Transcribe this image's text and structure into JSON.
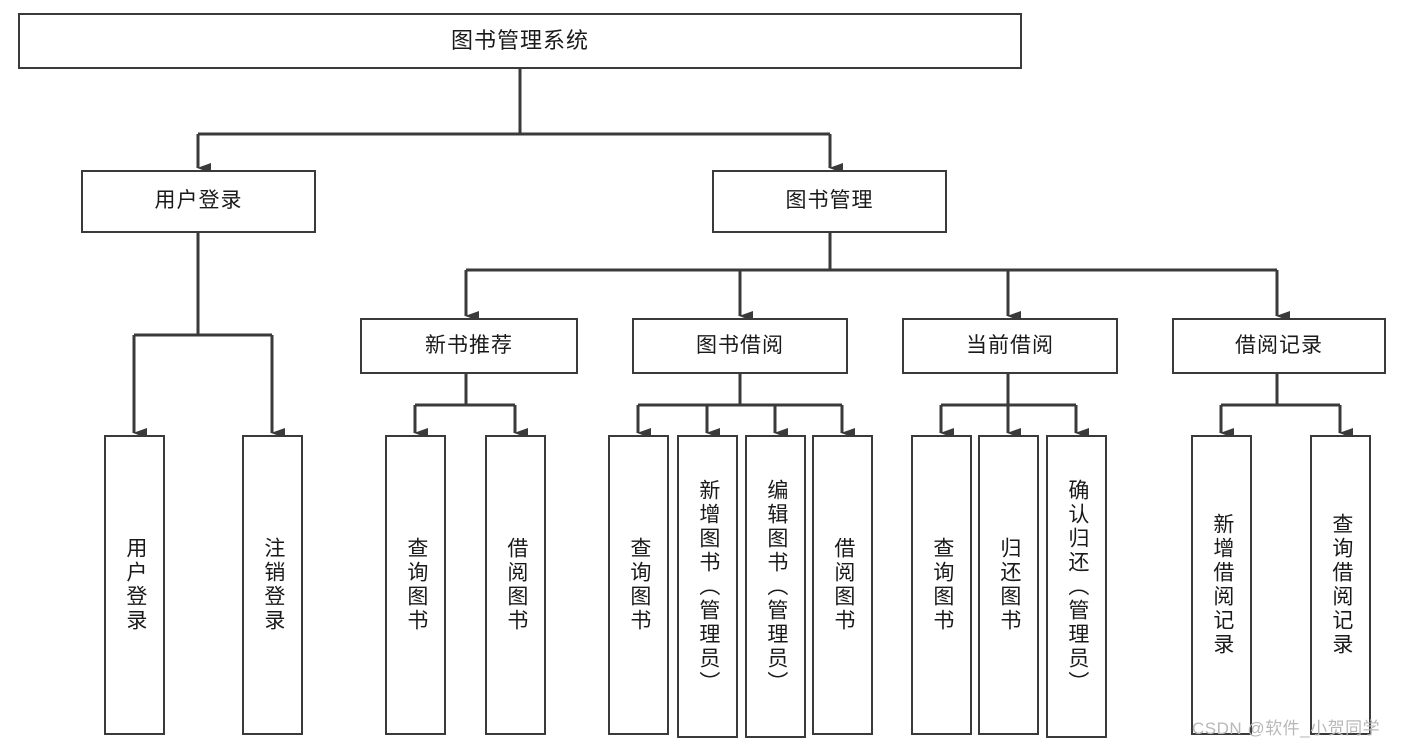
{
  "diagram": {
    "title": "图书管理系统",
    "type": "tree-hierarchy-chart",
    "root": {
      "label": "图书管理系统"
    },
    "level2": [
      {
        "label": "用户登录"
      },
      {
        "label": "图书管理"
      }
    ],
    "level3": [
      {
        "label": "新书推荐"
      },
      {
        "label": "图书借阅"
      },
      {
        "label": "当前借阅"
      },
      {
        "label": "借阅记录"
      }
    ],
    "leaves": {
      "user_login": [
        {
          "label": "用户登录"
        },
        {
          "label": "注销登录"
        }
      ],
      "new_book_recommend": [
        {
          "label": "查询图书"
        },
        {
          "label": "借阅图书"
        }
      ],
      "book_borrow": [
        {
          "label": "查询图书"
        },
        {
          "label": "新增图书（管理员）"
        },
        {
          "label": "编辑图书（管理员）"
        },
        {
          "label": "借阅图书"
        }
      ],
      "current_borrow": [
        {
          "label": "查询图书"
        },
        {
          "label": "归还图书"
        },
        {
          "label": "确认归还（管理员）"
        }
      ],
      "borrow_record": [
        {
          "label": "新增借阅记录"
        },
        {
          "label": "查询借阅记录"
        }
      ]
    }
  },
  "watermark": {
    "text": "CSDN @软件_小贺同学"
  },
  "colors": {
    "stroke": "#3a3a3a",
    "box_fill": "#ffffff",
    "text": "#1a1a1a",
    "watermark": "#b8b8b8",
    "background": "#ffffff"
  }
}
